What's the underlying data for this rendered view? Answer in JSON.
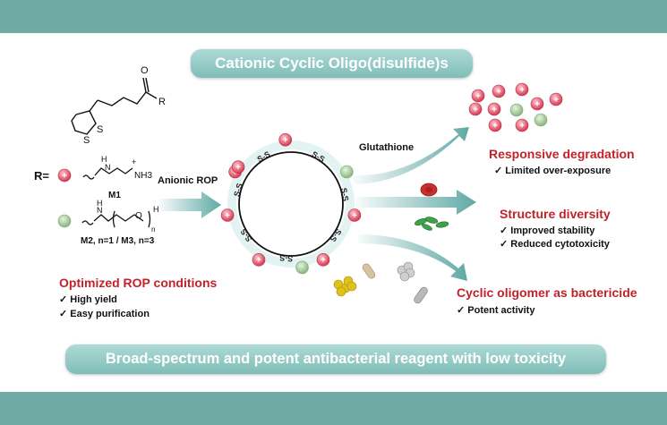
{
  "title": "Cationic Cyclic Oligo(disulfide)s",
  "bottom_banner": "Broad-spectrum and potent antibacterial reagent with low toxicity",
  "left": {
    "r_label": "R=",
    "m1_label": "M1",
    "m23_label": "M2, n=1 / M3, n=3",
    "ring_atom_s1": "S",
    "ring_atom_s2": "S",
    "carbonyl_o": "O",
    "carbonyl_r": "R",
    "nh_label": "H",
    "n_label": "N",
    "nh3_label": "NH3",
    "plus_label": "+",
    "h_label": "H",
    "o_label": "O",
    "n_sub": "n",
    "optimized_heading": "Optimized ROP conditions",
    "optimized_items": [
      "High yield",
      "Easy purification"
    ]
  },
  "center": {
    "anionic_rop": "Anionic ROP",
    "glutathione": "Glutathione",
    "ss_label": "S-S"
  },
  "right": {
    "responsive_heading": "Responsive degradation",
    "responsive_items": [
      "Limited over-exposure"
    ],
    "structure_heading": "Structure diversity",
    "structure_items": [
      "Improved stability",
      "Reduced cytotoxicity"
    ],
    "cyclic_heading": "Cyclic oligomer as bactericide",
    "cyclic_items": [
      "Potent activity"
    ]
  },
  "colors": {
    "band": "#6faaa5",
    "accent_red": "#c0232a",
    "pink_bead": "#e0566a",
    "green_bead": "#a8c99a",
    "arrow": "#5fa9a5"
  }
}
